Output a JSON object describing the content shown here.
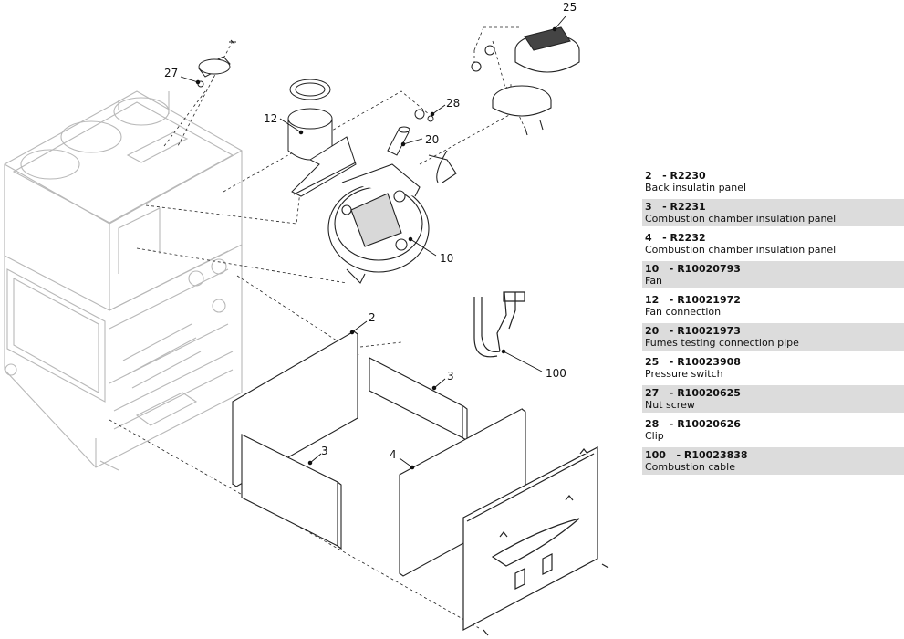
{
  "callouts": [
    {
      "id": "c2",
      "label": "2"
    },
    {
      "id": "c3a",
      "label": "3"
    },
    {
      "id": "c3b",
      "label": "3"
    },
    {
      "id": "c4",
      "label": "4"
    },
    {
      "id": "c10",
      "label": "10"
    },
    {
      "id": "c12",
      "label": "12"
    },
    {
      "id": "c20",
      "label": "20"
    },
    {
      "id": "c25",
      "label": "25"
    },
    {
      "id": "c27",
      "label": "27"
    },
    {
      "id": "c28",
      "label": "28"
    },
    {
      "id": "c100",
      "label": "100"
    }
  ],
  "parts": [
    {
      "number": "2",
      "code": "R2230",
      "description": "Back insulatin panel"
    },
    {
      "number": "3",
      "code": "R2231",
      "description": "Combustion chamber insulation panel"
    },
    {
      "number": "4",
      "code": "R2232",
      "description": "Combustion chamber insulation panel"
    },
    {
      "number": "10",
      "code": "R10020793",
      "description": "Fan"
    },
    {
      "number": "12",
      "code": "R10021972",
      "description": "Fan connection"
    },
    {
      "number": "20",
      "code": "R10021973",
      "description": "Fumes testing connection pipe"
    },
    {
      "number": "25",
      "code": "R10023908",
      "description": "Pressure switch"
    },
    {
      "number": "27",
      "code": "R10020625",
      "description": "Nut screw"
    },
    {
      "number": "28",
      "code": "R10020626",
      "description": "Clip"
    },
    {
      "number": "100",
      "code": "R10023838",
      "description": "Combustion cable"
    }
  ]
}
